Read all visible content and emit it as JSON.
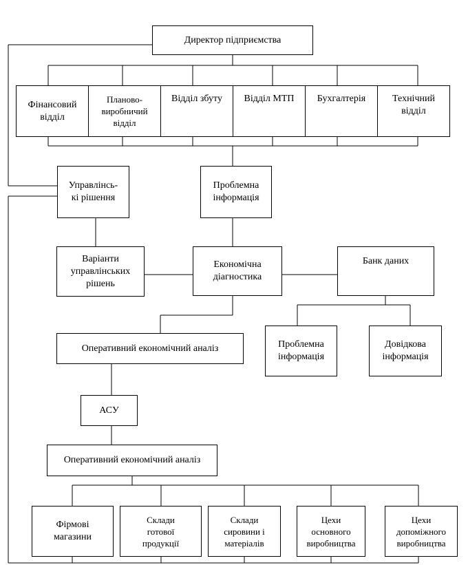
{
  "boxes": {
    "director": "Директор підприємства",
    "finance": "Фінансовий\nвідділ",
    "planning": "Планово-\nвиробничий\nвідділ",
    "sales": "Відділ збуту",
    "mtp": "Відділ МТП",
    "accounting": "Бухгалтерія",
    "technical": "Технічний\nвідділ",
    "decisions": "Управлінсь-\nкі рішення",
    "problem_info_top": "Проблемна\nінформація",
    "variants": "Варіанти\nуправлінських\nрішень",
    "diagnostics": "Економічна\nдіагностика",
    "databank": "Банк даних",
    "analysis_1": "Оперативний економічний аналіз",
    "problem_info_bottom": "Проблемна\nінформація",
    "reference_info": "Довідкова\nінформація",
    "asu": "АСУ",
    "analysis_2": "Оперативний економічний аналіз",
    "shops": "Фірмові\nмагазини",
    "finished_goods": "Склади\nготової\nпродукції",
    "raw_materials": "Склади\nсировини і\nматеріалів",
    "main_workshops": "Цехи\nосновного\nвиробництва",
    "aux_workshops": "Цехи\nдопоміжного\nвиробництва"
  }
}
